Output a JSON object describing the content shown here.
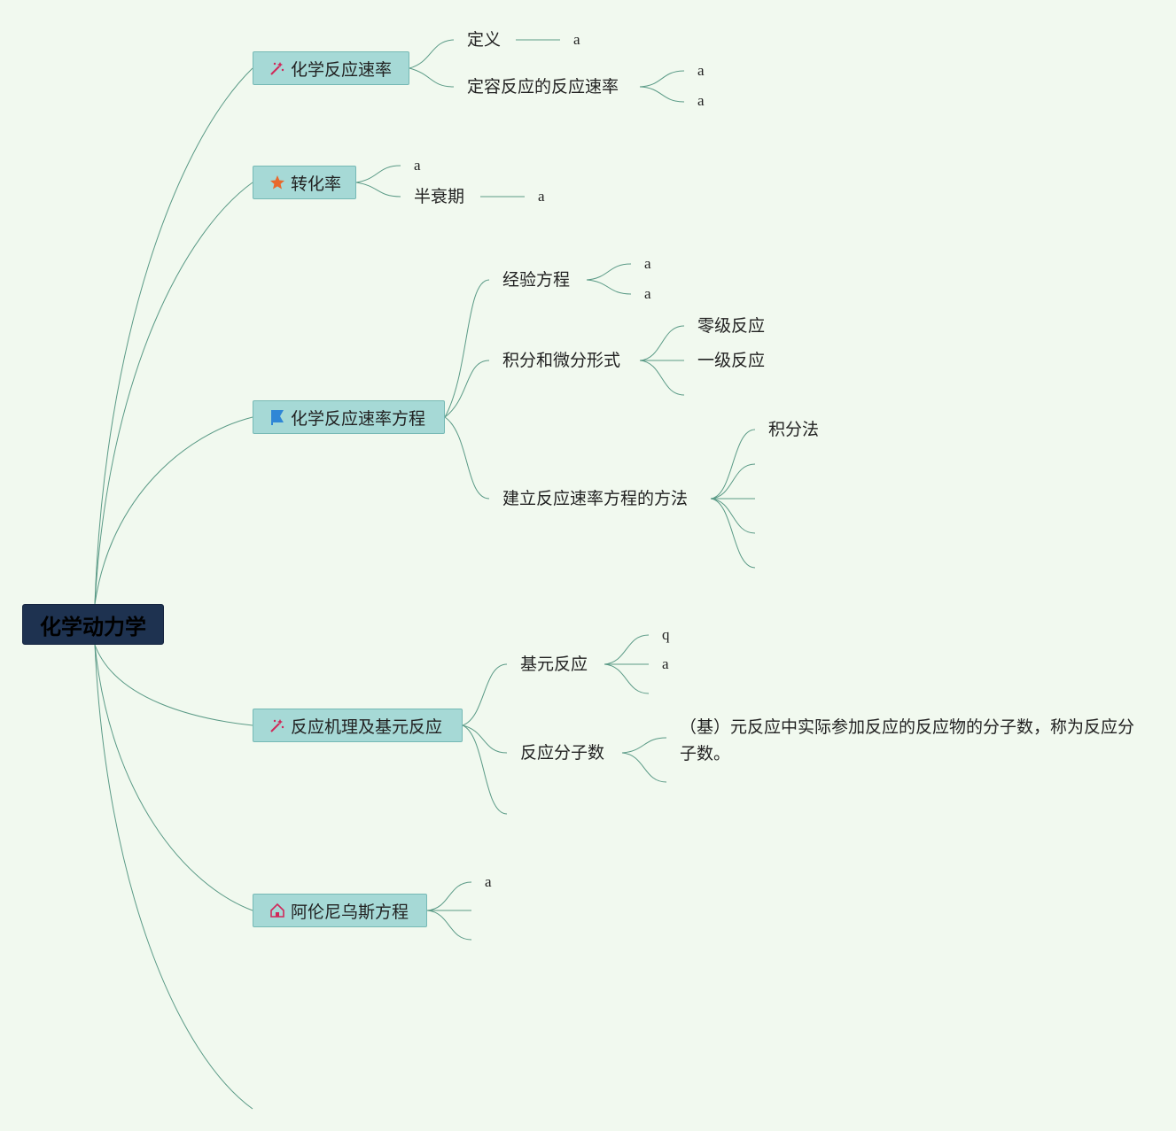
{
  "root": {
    "label": "化学动力学"
  },
  "topics": [
    {
      "label": "化学反应速率",
      "icon": "magic-wand-icon",
      "children": [
        {
          "label": "定义",
          "children": [
            "a"
          ]
        },
        {
          "label": "定容反应的反应速率",
          "children": [
            "a",
            "a"
          ]
        }
      ]
    },
    {
      "label": "转化率",
      "icon": "star-icon",
      "children": [
        {
          "label": "a"
        },
        {
          "label": "半衰期",
          "children": [
            "a"
          ]
        }
      ]
    },
    {
      "label": "化学反应速率方程",
      "icon": "flag-icon",
      "children": [
        {
          "label": "经验方程",
          "children": [
            "a",
            "a"
          ]
        },
        {
          "label": "积分和微分形式",
          "children": [
            "零级反应",
            "一级反应",
            ""
          ]
        },
        {
          "label": "建立反应速率方程的方法",
          "children": [
            "积分法",
            "",
            "",
            "",
            ""
          ]
        }
      ]
    },
    {
      "label": "反应机理及基元反应",
      "icon": "magic-wand-icon",
      "children": [
        {
          "label": "基元反应",
          "children": [
            "q",
            "a",
            ""
          ]
        },
        {
          "label": "反应分子数",
          "children": [
            "（基）元反应中实际参加反应的反应物的分子数，称为反应分子数。",
            ""
          ]
        },
        {
          "label": ""
        }
      ]
    },
    {
      "label": "阿伦尼乌斯方程",
      "icon": "home-icon",
      "children": [
        "a",
        "",
        ""
      ]
    },
    {
      "label": ""
    }
  ],
  "colors": {
    "background": "#f1f9ef",
    "root_fill": "#1e3250",
    "topic_fill": "#a6d9d6",
    "line": "#5a9a86",
    "wand_icon": "#d0285a",
    "star_icon": "#e8692c",
    "flag_icon": "#2f86d6",
    "home_icon": "#d0285a"
  }
}
